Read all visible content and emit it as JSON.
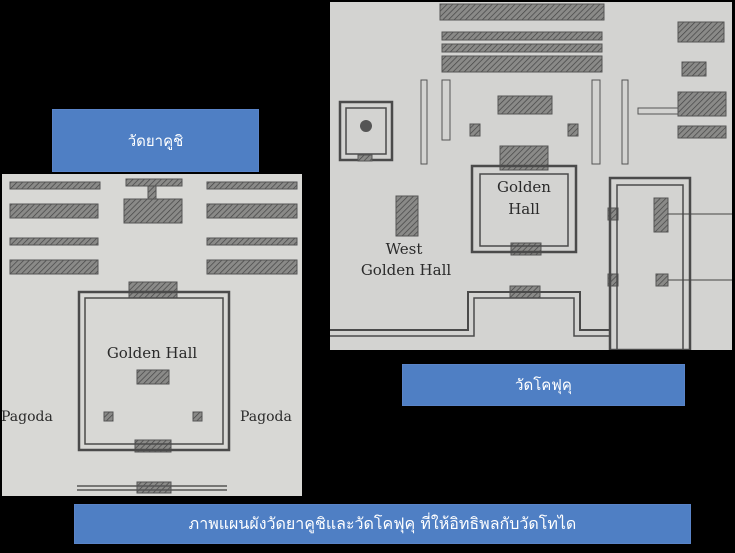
{
  "left_label": "วัดยาคูชิ",
  "right_label": "วัดโคฟุคุ",
  "caption": "ภาพแผนผังวัดยาคูชิและวัดโคฟุคุ ที่ให้อิทธิพลกับวัดโทได",
  "left_plan": {
    "golden_hall": "Golden Hall",
    "pagoda_left": "Pagoda",
    "pagoda_right": "Pagoda"
  },
  "right_plan": {
    "golden_hall_line1": "Golden",
    "golden_hall_line2": "Hall",
    "west_golden_hall_line1": "West",
    "west_golden_hall_line2": "Golden Hall"
  },
  "colors": {
    "background": "#000000",
    "label_blue": "#4f7fc4",
    "paper": "#d6d6d4"
  }
}
